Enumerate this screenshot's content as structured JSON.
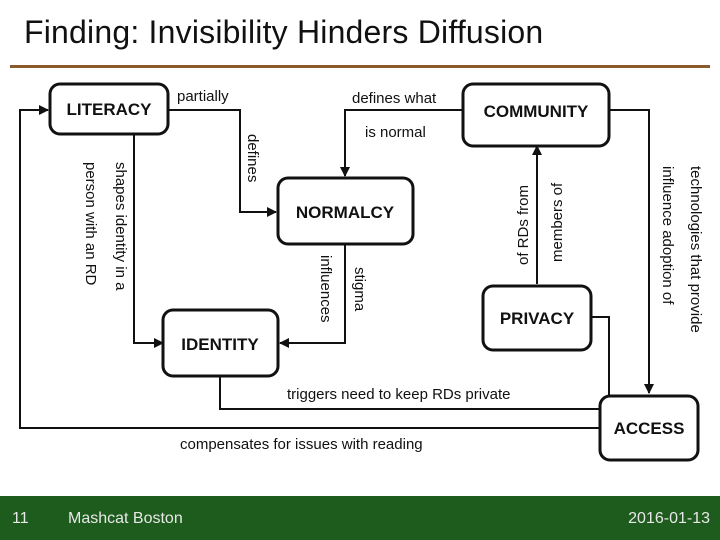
{
  "slide": {
    "title": "Finding: Invisibility Hinders Diffusion",
    "footer": {
      "number": "11",
      "event": "Mashcat Boston",
      "date": "2016-01-13"
    }
  },
  "diagram": {
    "nodes": {
      "literacy": "LITERACY",
      "community": "COMMUNITY",
      "normalcy": "NORMALCY",
      "identity": "IDENTITY",
      "privacy": "PRIVACY",
      "access": "ACCESS"
    },
    "edges": {
      "partially": "partially",
      "defines": "defines",
      "defines_what": "defines what",
      "is_normal": "is normal",
      "shapes_identity_1": "shapes identity in a",
      "shapes_identity_2": "person with an RD",
      "influences": "influences",
      "stigma": "stigma",
      "of_rds_from": "of RDs from",
      "members_of": "members of",
      "influence_adoption_1": "influence adoption of",
      "influence_adoption_2": "technologies that provide",
      "triggers": "triggers need to keep RDs private",
      "compensates": "compensates for issues with reading"
    }
  }
}
